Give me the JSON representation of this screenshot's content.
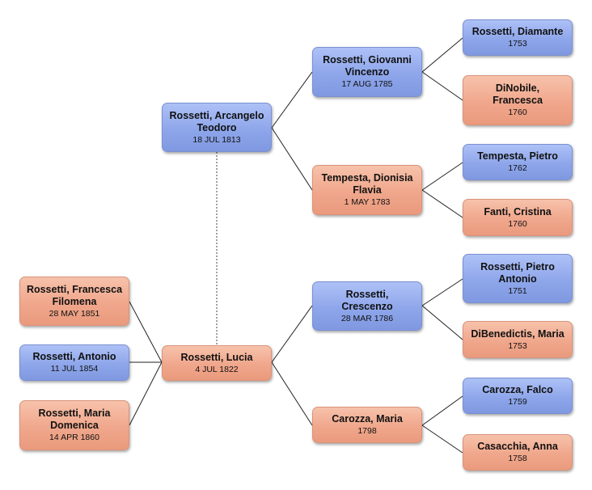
{
  "tree": {
    "subject": {
      "name": "Rossetti, Lucia",
      "date": "4 JUL 1822",
      "sex": "female"
    },
    "spouse": {
      "name": "Rossetti, Arcangelo Teodoro",
      "date": "18 JUL 1813",
      "sex": "male"
    },
    "spouse_father": {
      "name": "Rossetti, Giovanni Vincenzo",
      "date": "17 AUG 1785",
      "sex": "male"
    },
    "spouse_mother": {
      "name": "Tempesta, Dionisia Flavia",
      "date": "1 MAY 1783",
      "sex": "female"
    },
    "spouse_ff": {
      "name": "Rossetti, Diamante",
      "date": "1753",
      "sex": "male"
    },
    "spouse_fm": {
      "name": "DiNobile, Francesca",
      "date": "1760",
      "sex": "female"
    },
    "spouse_mf": {
      "name": "Tempesta, Pietro",
      "date": "1762",
      "sex": "male"
    },
    "spouse_mm": {
      "name": "Fanti, Cristina",
      "date": "1760",
      "sex": "female"
    },
    "father": {
      "name": "Rossetti, Crescenzo",
      "date": "28 MAR 1786",
      "sex": "male"
    },
    "mother": {
      "name": "Carozza, Maria",
      "date": "1798",
      "sex": "female"
    },
    "ff": {
      "name": "Rossetti, Pietro Antonio",
      "date": "1751",
      "sex": "male"
    },
    "fm": {
      "name": "DiBenedictis, Maria",
      "date": "1753",
      "sex": "female"
    },
    "mf": {
      "name": "Carozza, Falco",
      "date": "1759",
      "sex": "male"
    },
    "mm": {
      "name": "Casacchia, Anna",
      "date": "1758",
      "sex": "female"
    },
    "children": [
      {
        "name": "Rossetti, Francesca Filomena",
        "date": "28 MAY 1851",
        "sex": "female"
      },
      {
        "name": "Rossetti, Antonio",
        "date": "11 JUL 1854",
        "sex": "male"
      },
      {
        "name": "Rossetti, Maria Domenica",
        "date": "14 APR 1860",
        "sex": "female"
      }
    ]
  },
  "colors": {
    "male": "#8ea6ea",
    "female": "#f0a78c",
    "connector": "#222222"
  }
}
